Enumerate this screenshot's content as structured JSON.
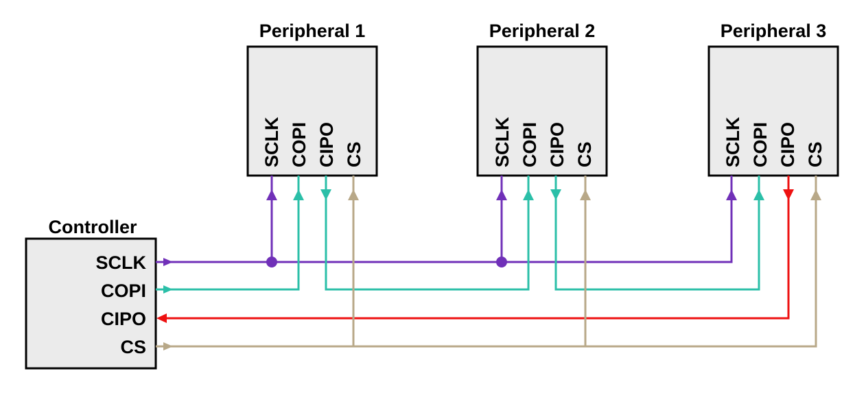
{
  "controller": {
    "title": "Controller",
    "pins": [
      "SCLK",
      "COPI",
      "CIPO",
      "CS"
    ]
  },
  "peripherals": [
    {
      "title": "Peripheral 1",
      "pins": [
        "SCLK",
        "COPI",
        "CIPO",
        "CS"
      ]
    },
    {
      "title": "Peripheral 2",
      "pins": [
        "SCLK",
        "COPI",
        "CIPO",
        "CS"
      ]
    },
    {
      "title": "Peripheral 3",
      "pins": [
        "SCLK",
        "COPI",
        "CIPO",
        "CS"
      ]
    }
  ],
  "colors": {
    "SCLK": "#7030b8",
    "COPI": "#2bbfa8",
    "CIPO": "#ee1111",
    "CS": "#b8a888"
  }
}
